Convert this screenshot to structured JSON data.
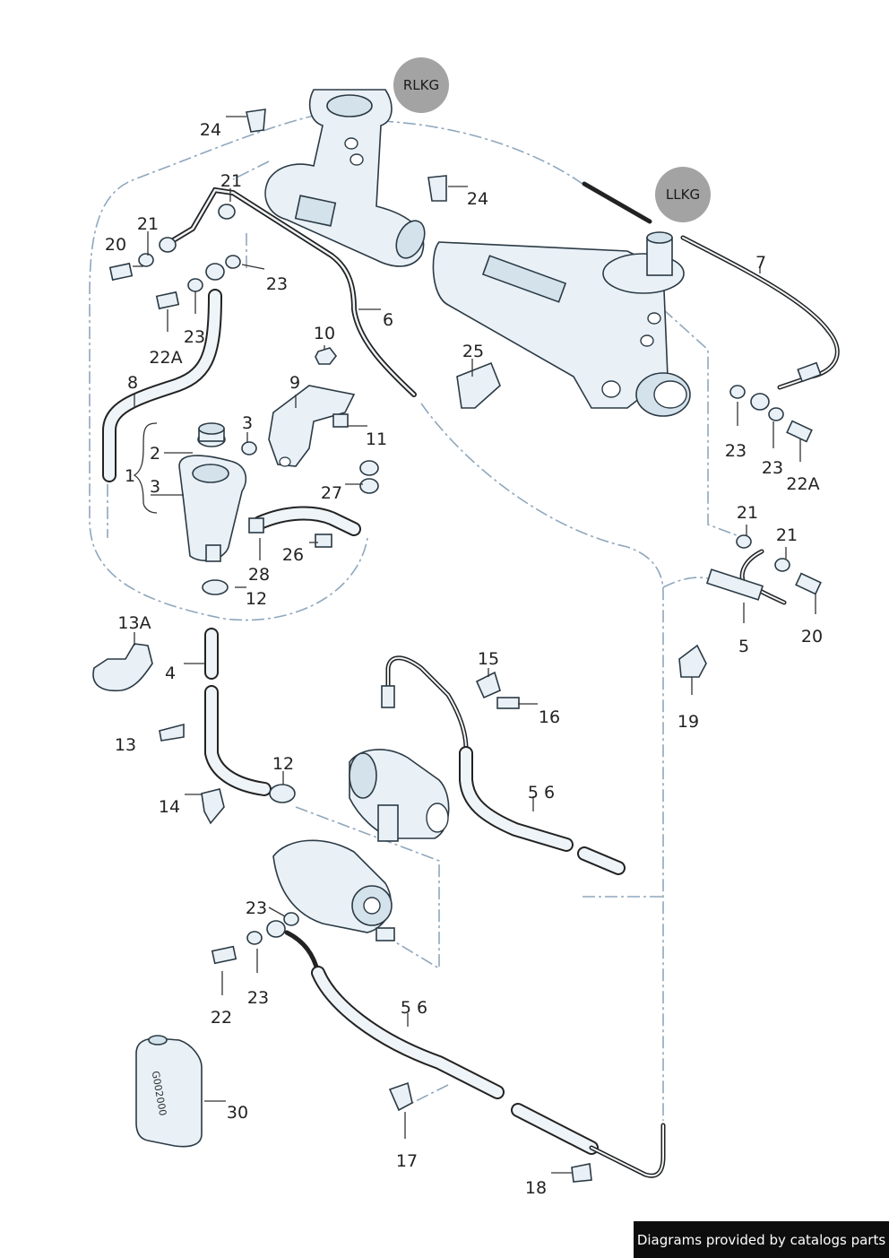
{
  "badges": {
    "rlkg": "RLKG",
    "llkg": "LLKG"
  },
  "container_text": "G002000",
  "labels": {
    "l_24_top": "24",
    "l_24_mid": "24",
    "l_21_top": "21",
    "l_21_left": "21",
    "l_20_left": "20",
    "l_23_top": "23",
    "l_23_left": "23",
    "l_22a_left": "22A",
    "l_6_top": "6",
    "l_7": "7",
    "l_25": "25",
    "l_10": "10",
    "l_9": "9",
    "l_3_small": "3",
    "l_11": "11",
    "l_8": "8",
    "l_2": "2",
    "l_1": "1",
    "l_3": "3",
    "l_27": "27",
    "l_26": "26",
    "l_28": "28",
    "l_12_top": "12",
    "l_23_right_a": "23",
    "l_23_right_b": "23",
    "l_22a_right": "22A",
    "l_21_right_a": "21",
    "l_21_right_b": "21",
    "l_5_right": "5",
    "l_20_right": "20",
    "l_19": "19",
    "l_13a": "13A",
    "l_4": "4",
    "l_13": "13",
    "l_14": "14",
    "l_12_mid": "12",
    "l_15": "15",
    "l_16": "16",
    "l_56_mid": "5 6",
    "l_23_low_a": "23",
    "l_23_low_b": "23",
    "l_22_low": "22",
    "l_56_low": "5 6",
    "l_17": "17",
    "l_18": "18",
    "l_30": "30"
  },
  "credit": "Diagrams provided by catalogs parts"
}
